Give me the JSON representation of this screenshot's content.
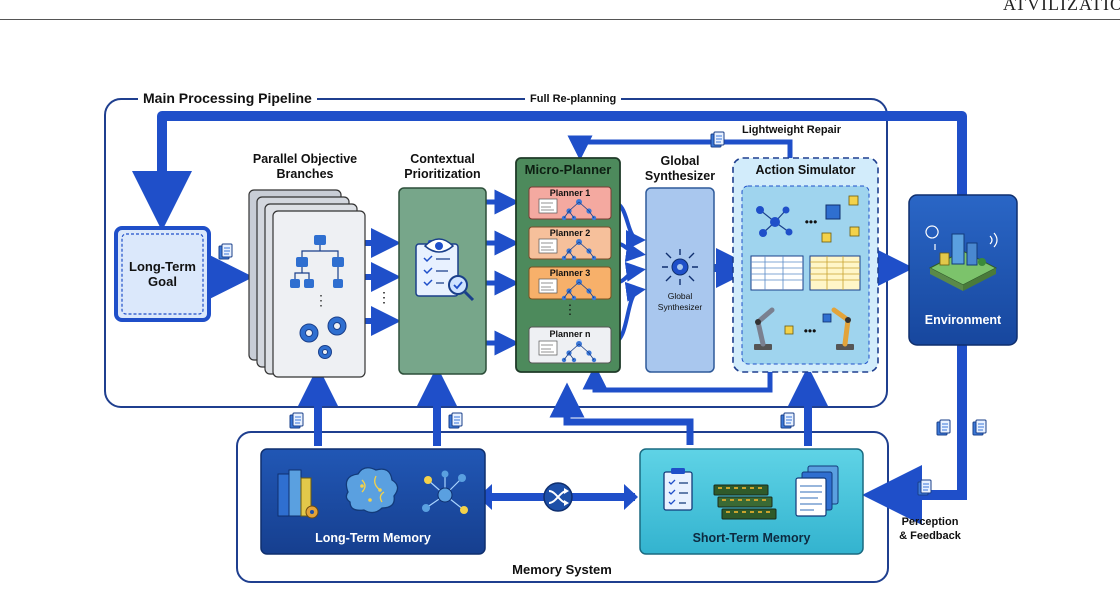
{
  "header": {
    "running_title": "ATVILIZATIO"
  },
  "pipeline": {
    "title": "Main Processing Pipeline",
    "full_replanning": "Full Re-planning",
    "lightweight_repair": "Lightweight Repair",
    "long_term_goal": [
      "Long-Term",
      "Goal"
    ],
    "branches_title": [
      "Parallel Objective",
      "Branches"
    ],
    "prioritization_title": [
      "Contextual",
      "Prioritization"
    ],
    "micro_planner": {
      "title": "Micro-Planner",
      "planners": [
        "Planner 1",
        "Planner 2",
        "Planner 3",
        "Planner n"
      ],
      "ellipsis": "⋮"
    },
    "global_synth_title": [
      "Global",
      "Synthesizer"
    ],
    "global_synth_inner": [
      "Global",
      "Synthesizer"
    ],
    "action_simulator": "Action Simulator",
    "environment": "Environment",
    "perception_feedback": [
      "Perception",
      "& Feedback"
    ]
  },
  "memory": {
    "title": "Memory System",
    "long_term": "Long-Term Memory",
    "short_term": "Short-Term Memory"
  },
  "colors": {
    "arrow": "#1f4fc9",
    "arrow_dark": "#123a9c",
    "goal_fill": "#dbe8fb",
    "prior_fill": "#77a68a",
    "planner_fill": "#4d8a5c",
    "synth_fill": "#a9c7ee",
    "sim_fill": "#d2ecfb",
    "env_fill": "#1f5ab8",
    "ltm_fill": "#1d4fa8",
    "stm_fill": "#43c6dc"
  },
  "icons": [
    "document-icon",
    "hierarchy-icon",
    "gears-icon",
    "eye-checklist-icon",
    "network-icon",
    "brain-icon",
    "books-icon",
    "shuffle-icon",
    "chip-icon",
    "clipboard-icon",
    "robot-arm-icon",
    "city-icon",
    "table-icon",
    "cubes-icon"
  ]
}
